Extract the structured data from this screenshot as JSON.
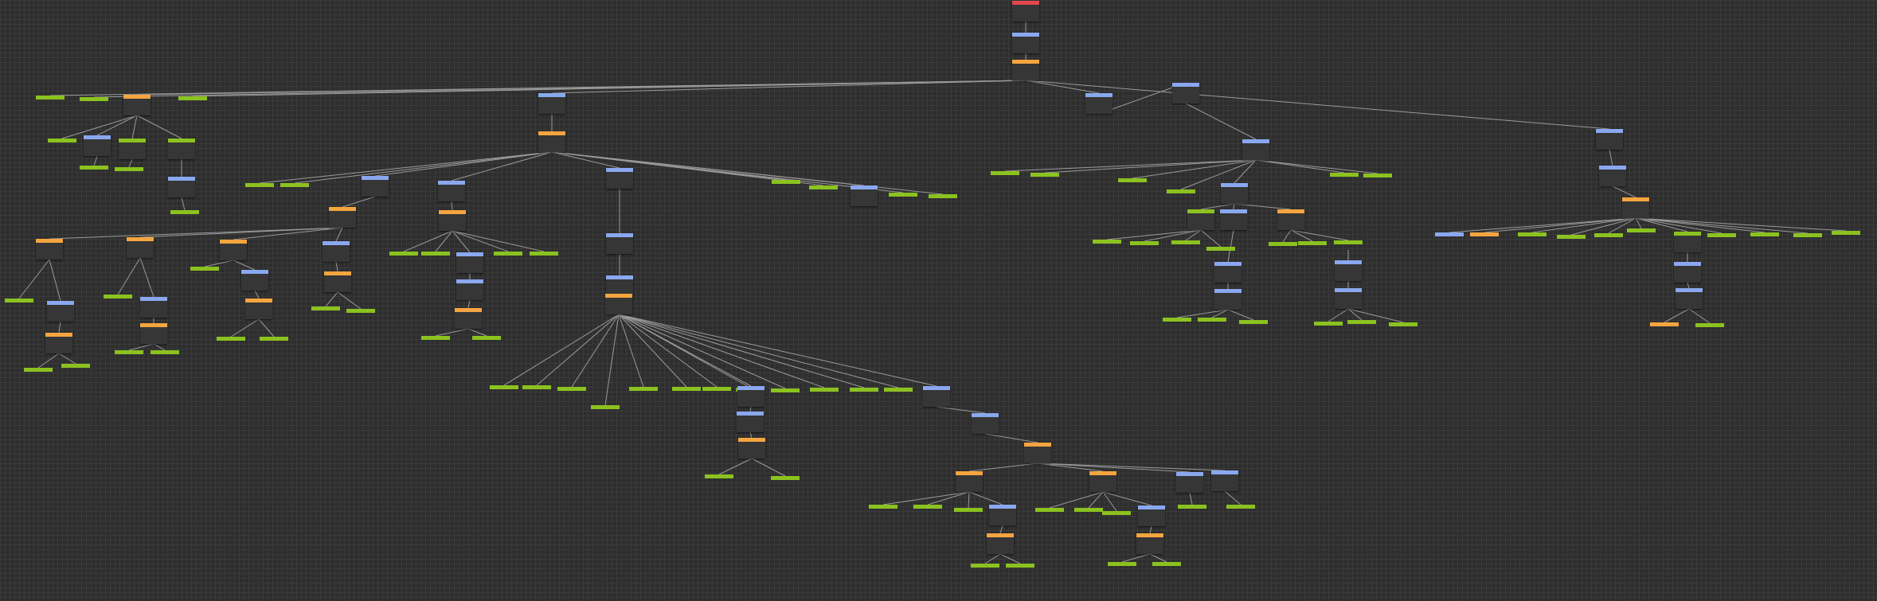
{
  "canvas": {
    "background": "#2e2e2e",
    "grid_color": "#3a3a3a",
    "edge_color": "#9a9a9a"
  },
  "colors": {
    "root": "#e0474c",
    "sequence": "#8aa8ef",
    "selector": "#f5a540",
    "action": "#8bc220"
  },
  "nodes": [
    {
      "id": "n1",
      "type": "root",
      "label": ""
    },
    {
      "id": "n2",
      "type": "sequence",
      "label": ""
    },
    {
      "id": "n3",
      "type": "selector",
      "label": ""
    },
    {
      "id": "a1",
      "type": "action",
      "label": ""
    },
    {
      "id": "a2",
      "type": "action",
      "label": ""
    },
    {
      "id": "s1",
      "type": "selector",
      "label": ""
    },
    {
      "id": "a3",
      "type": "action",
      "label": ""
    },
    {
      "id": "q1",
      "type": "sequence",
      "label": ""
    },
    {
      "id": "q2",
      "type": "sequence",
      "label": ""
    },
    {
      "id": "q3",
      "type": "sequence",
      "label": ""
    },
    {
      "id": "a4",
      "type": "action",
      "label": ""
    },
    {
      "id": "q4",
      "type": "sequence",
      "label": ""
    },
    {
      "id": "a5",
      "type": "action",
      "label": ""
    },
    {
      "id": "a6",
      "type": "action",
      "label": ""
    },
    {
      "id": "a7",
      "type": "action",
      "label": ""
    },
    {
      "id": "a8",
      "type": "action",
      "label": ""
    },
    {
      "id": "m1",
      "type": "sequence",
      "label": ""
    },
    {
      "id": "m2",
      "type": "selector",
      "label": ""
    },
    {
      "id": "b1",
      "type": "action",
      "label": ""
    },
    {
      "id": "b2",
      "type": "action",
      "label": ""
    },
    {
      "id": "b3",
      "type": "sequence",
      "label": ""
    },
    {
      "id": "b4",
      "type": "sequence",
      "label": ""
    },
    {
      "id": "b5",
      "type": "sequence",
      "label": ""
    },
    {
      "id": "b6",
      "type": "action",
      "label": ""
    },
    {
      "id": "b7",
      "type": "action",
      "label": ""
    },
    {
      "id": "b8",
      "type": "sequence",
      "label": ""
    },
    {
      "id": "b9",
      "type": "action",
      "label": ""
    },
    {
      "id": "b10",
      "type": "action",
      "label": ""
    },
    {
      "id": "c1",
      "type": "selector",
      "label": ""
    },
    {
      "id": "c2",
      "type": "selector",
      "label": ""
    },
    {
      "id": "c3",
      "type": "selector",
      "label": ""
    },
    {
      "id": "c4",
      "type": "selector",
      "label": ""
    },
    {
      "id": "c5",
      "type": "sequence",
      "label": ""
    },
    {
      "id": "d1",
      "type": "action",
      "label": ""
    },
    {
      "id": "d2",
      "type": "sequence",
      "label": ""
    },
    {
      "id": "d3",
      "type": "selector",
      "label": ""
    },
    {
      "id": "d4",
      "type": "action",
      "label": ""
    },
    {
      "id": "d5",
      "type": "action",
      "label": ""
    },
    {
      "id": "e1",
      "type": "action",
      "label": ""
    },
    {
      "id": "e2",
      "type": "sequence",
      "label": ""
    },
    {
      "id": "e3",
      "type": "selector",
      "label": ""
    },
    {
      "id": "e4",
      "type": "action",
      "label": ""
    },
    {
      "id": "e5",
      "type": "action",
      "label": ""
    },
    {
      "id": "f1",
      "type": "action",
      "label": ""
    },
    {
      "id": "f2",
      "type": "sequence",
      "label": ""
    },
    {
      "id": "f3",
      "type": "selector",
      "label": ""
    },
    {
      "id": "f4",
      "type": "action",
      "label": ""
    },
    {
      "id": "f5",
      "type": "action",
      "label": ""
    },
    {
      "id": "g1",
      "type": "selector",
      "label": ""
    },
    {
      "id": "g2",
      "type": "action",
      "label": ""
    },
    {
      "id": "g3",
      "type": "action",
      "label": ""
    },
    {
      "id": "h1",
      "type": "selector",
      "label": ""
    },
    {
      "id": "h2",
      "type": "action",
      "label": ""
    },
    {
      "id": "h3",
      "type": "action",
      "label": ""
    },
    {
      "id": "h4",
      "type": "sequence",
      "label": ""
    },
    {
      "id": "h5",
      "type": "action",
      "label": ""
    },
    {
      "id": "h6",
      "type": "action",
      "label": ""
    },
    {
      "id": "h7",
      "type": "sequence",
      "label": ""
    },
    {
      "id": "h8",
      "type": "selector",
      "label": ""
    },
    {
      "id": "h9",
      "type": "action",
      "label": ""
    },
    {
      "id": "h10",
      "type": "action",
      "label": ""
    },
    {
      "id": "i1",
      "type": "sequence",
      "label": ""
    },
    {
      "id": "i2",
      "type": "sequence",
      "label": ""
    },
    {
      "id": "i3",
      "type": "selector",
      "label": ""
    },
    {
      "id": "j1",
      "type": "action",
      "label": ""
    },
    {
      "id": "j2",
      "type": "action",
      "label": ""
    },
    {
      "id": "j3",
      "type": "action",
      "label": ""
    },
    {
      "id": "j4",
      "type": "action",
      "label": ""
    },
    {
      "id": "j5",
      "type": "action",
      "label": ""
    },
    {
      "id": "j6",
      "type": "action",
      "label": ""
    },
    {
      "id": "j7",
      "type": "action",
      "label": ""
    },
    {
      "id": "j8",
      "type": "action",
      "label": ""
    },
    {
      "id": "j9",
      "type": "sequence",
      "label": ""
    },
    {
      "id": "j10",
      "type": "action",
      "label": ""
    },
    {
      "id": "j11",
      "type": "action",
      "label": ""
    },
    {
      "id": "j12",
      "type": "action",
      "label": ""
    },
    {
      "id": "j13",
      "type": "action",
      "label": ""
    },
    {
      "id": "j14",
      "type": "sequence",
      "label": ""
    },
    {
      "id": "k1",
      "type": "sequence",
      "label": ""
    },
    {
      "id": "k2",
      "type": "selector",
      "label": ""
    },
    {
      "id": "k3",
      "type": "action",
      "label": ""
    },
    {
      "id": "k4",
      "type": "action",
      "label": ""
    },
    {
      "id": "l1",
      "type": "sequence",
      "label": ""
    },
    {
      "id": "l2",
      "type": "selector",
      "label": ""
    },
    {
      "id": "l3",
      "type": "selector",
      "label": ""
    },
    {
      "id": "l4",
      "type": "selector",
      "label": ""
    },
    {
      "id": "l5",
      "type": "sequence",
      "label": ""
    },
    {
      "id": "l6",
      "type": "sequence",
      "label": ""
    },
    {
      "id": "l7",
      "type": "action",
      "label": ""
    },
    {
      "id": "l8",
      "type": "action",
      "label": ""
    },
    {
      "id": "l9",
      "type": "action",
      "label": ""
    },
    {
      "id": "l10",
      "type": "sequence",
      "label": ""
    },
    {
      "id": "l11",
      "type": "selector",
      "label": ""
    },
    {
      "id": "l12",
      "type": "action",
      "label": ""
    },
    {
      "id": "l13",
      "type": "action",
      "label": ""
    },
    {
      "id": "l14",
      "type": "action",
      "label": ""
    },
    {
      "id": "l15",
      "type": "action",
      "label": ""
    },
    {
      "id": "l16",
      "type": "action",
      "label": ""
    },
    {
      "id": "l17",
      "type": "sequence",
      "label": ""
    },
    {
      "id": "l18",
      "type": "selector",
      "label": ""
    },
    {
      "id": "l19",
      "type": "action",
      "label": ""
    },
    {
      "id": "l20",
      "type": "action",
      "label": ""
    },
    {
      "id": "l21",
      "type": "action",
      "label": ""
    },
    {
      "id": "l22",
      "type": "action",
      "label": ""
    },
    {
      "id": "p1",
      "type": "action",
      "label": ""
    },
    {
      "id": "p2",
      "type": "action",
      "label": ""
    },
    {
      "id": "p3",
      "type": "action",
      "label": ""
    },
    {
      "id": "p4",
      "type": "action",
      "label": ""
    },
    {
      "id": "p5",
      "type": "sequence",
      "label": ""
    },
    {
      "id": "p6",
      "type": "action",
      "label": ""
    },
    {
      "id": "p7",
      "type": "action",
      "label": ""
    },
    {
      "id": "p8",
      "type": "action",
      "label": ""
    },
    {
      "id": "p9",
      "type": "sequence",
      "label": ""
    },
    {
      "id": "p10",
      "type": "selector",
      "label": ""
    },
    {
      "id": "p11",
      "type": "action",
      "label": ""
    },
    {
      "id": "p12",
      "type": "action",
      "label": ""
    },
    {
      "id": "r1",
      "type": "sequence",
      "label": ""
    },
    {
      "id": "r2",
      "type": "selector",
      "label": ""
    },
    {
      "id": "r3",
      "type": "sequence",
      "label": ""
    },
    {
      "id": "r4",
      "type": "selector",
      "label": ""
    },
    {
      "id": "r5",
      "type": "action",
      "label": ""
    },
    {
      "id": "r6",
      "type": "action",
      "label": ""
    },
    {
      "id": "r7",
      "type": "action",
      "label": ""
    },
    {
      "id": "r8",
      "type": "action",
      "label": ""
    },
    {
      "id": "r9",
      "type": "action",
      "label": ""
    },
    {
      "id": "r10",
      "type": "action",
      "label": ""
    },
    {
      "id": "r11",
      "type": "action",
      "label": ""
    },
    {
      "id": "r12",
      "type": "action",
      "label": ""
    },
    {
      "id": "r13",
      "type": "action",
      "label": ""
    },
    {
      "id": "r14",
      "type": "sequence",
      "label": ""
    },
    {
      "id": "r15",
      "type": "sequence",
      "label": ""
    },
    {
      "id": "r16",
      "type": "selector",
      "label": ""
    },
    {
      "id": "r17",
      "type": "action",
      "label": ""
    },
    {
      "id": "r18",
      "type": "action",
      "label": ""
    },
    {
      "id": "r19",
      "type": "action",
      "label": ""
    }
  ]
}
